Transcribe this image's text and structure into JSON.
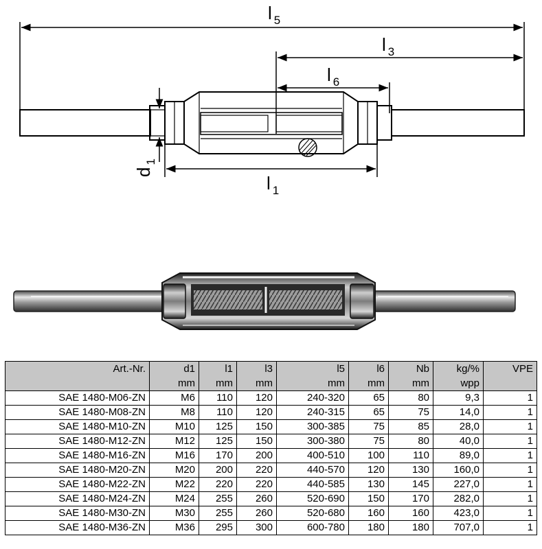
{
  "drawing": {
    "dim_labels": {
      "l5": "l5",
      "l3": "l3",
      "l6": "l6",
      "l1": "l1",
      "d1": "d1"
    }
  },
  "table": {
    "headers": [
      {
        "top": "Art.-Nr.",
        "bottom": ""
      },
      {
        "top": "d1",
        "bottom": "mm"
      },
      {
        "top": "l1",
        "bottom": "mm"
      },
      {
        "top": "l3",
        "bottom": "mm"
      },
      {
        "top": "l5",
        "bottom": "mm"
      },
      {
        "top": "l6",
        "bottom": "mm"
      },
      {
        "top": "Nb",
        "bottom": "mm"
      },
      {
        "top": "kg/%",
        "bottom": "wpp"
      },
      {
        "top": "VPE",
        "bottom": ""
      }
    ],
    "rows": [
      [
        "SAE 1480-M06-ZN",
        "M6",
        "110",
        "120",
        "240-320",
        "65",
        "80",
        "9,3",
        "1"
      ],
      [
        "SAE 1480-M08-ZN",
        "M8",
        "110",
        "120",
        "240-315",
        "65",
        "75",
        "14,0",
        "1"
      ],
      [
        "SAE 1480-M10-ZN",
        "M10",
        "125",
        "150",
        "300-385",
        "75",
        "85",
        "28,0",
        "1"
      ],
      [
        "SAE 1480-M12-ZN",
        "M12",
        "125",
        "150",
        "300-380",
        "75",
        "80",
        "40,0",
        "1"
      ],
      [
        "SAE 1480-M16-ZN",
        "M16",
        "170",
        "200",
        "400-510",
        "100",
        "110",
        "89,0",
        "1"
      ],
      [
        "SAE 1480-M20-ZN",
        "M20",
        "200",
        "220",
        "440-570",
        "120",
        "130",
        "160,0",
        "1"
      ],
      [
        "SAE 1480-M22-ZN",
        "M22",
        "220",
        "220",
        "440-585",
        "130",
        "145",
        "227,0",
        "1"
      ],
      [
        "SAE 1480-M24-ZN",
        "M24",
        "255",
        "260",
        "520-690",
        "150",
        "170",
        "282,0",
        "1"
      ],
      [
        "SAE 1480-M30-ZN",
        "M30",
        "255",
        "260",
        "520-680",
        "160",
        "160",
        "423,0",
        "1"
      ],
      [
        "SAE 1480-M36-ZN",
        "M36",
        "295",
        "300",
        "600-780",
        "180",
        "180",
        "707,0",
        "1"
      ]
    ]
  }
}
